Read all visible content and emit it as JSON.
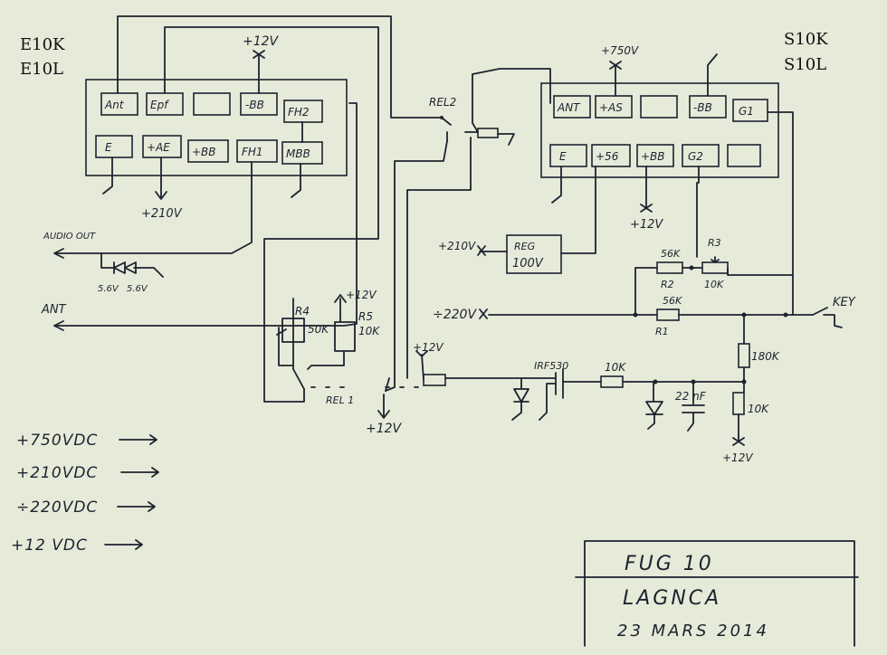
{
  "left_tube": {
    "types": [
      "E10K",
      "E10L"
    ],
    "pins_top": [
      "Ant",
      "Epf",
      "",
      "-BB",
      "FH2"
    ],
    "pins_bottom": [
      "E",
      "+AE",
      "+BB",
      "FH1",
      "MBB"
    ],
    "supply_label": "+12V",
    "ae_label": "+210V"
  },
  "right_tube": {
    "types": [
      "S10K",
      "S10L"
    ],
    "pins_top": [
      "ANT",
      "+AS",
      "",
      "-BB",
      "G1"
    ],
    "pins_bottom": [
      "E",
      "+56",
      "+BB",
      "G2",
      ""
    ],
    "as_label": "+750V",
    "bb_label": "+12V"
  },
  "outputs": {
    "audio": "AUDIO OUT",
    "ant": "ANT"
  },
  "zeners": [
    "5.6V",
    "5.6V"
  ],
  "relays": {
    "rel1": "REL 1",
    "rel2": "REL2"
  },
  "pots": [
    {
      "ref": "R4",
      "value": "50K"
    },
    {
      "ref": "R5",
      "value": "10K"
    }
  ],
  "pot_supply": "+12V",
  "rel1_coil_supply": "+12V",
  "rel1_contact_supply": "+12V",
  "regulator": {
    "label1": "REG",
    "label2": "100V",
    "input": "+210V"
  },
  "bias": {
    "r2_value": "56K",
    "r2_ref": "R2",
    "r3_ref": "R3",
    "r3_value": "10K",
    "r1_value": "56K",
    "r1_ref": "R1",
    "supply": "÷220V",
    "key": "KEY"
  },
  "key_stage": {
    "mosfet": "IRF530",
    "gate_r": "10K",
    "cap": "22 nF",
    "r_top": "180K",
    "r_bottom": "10K",
    "supply": "+12V"
  },
  "supplies": [
    "+750VDC",
    "+210VDC",
    "÷220VDC",
    "+12 VDC"
  ],
  "title_block": {
    "line1": "FUG 10",
    "line2": "LAGNCA",
    "line3": "23 MARS 2014"
  }
}
